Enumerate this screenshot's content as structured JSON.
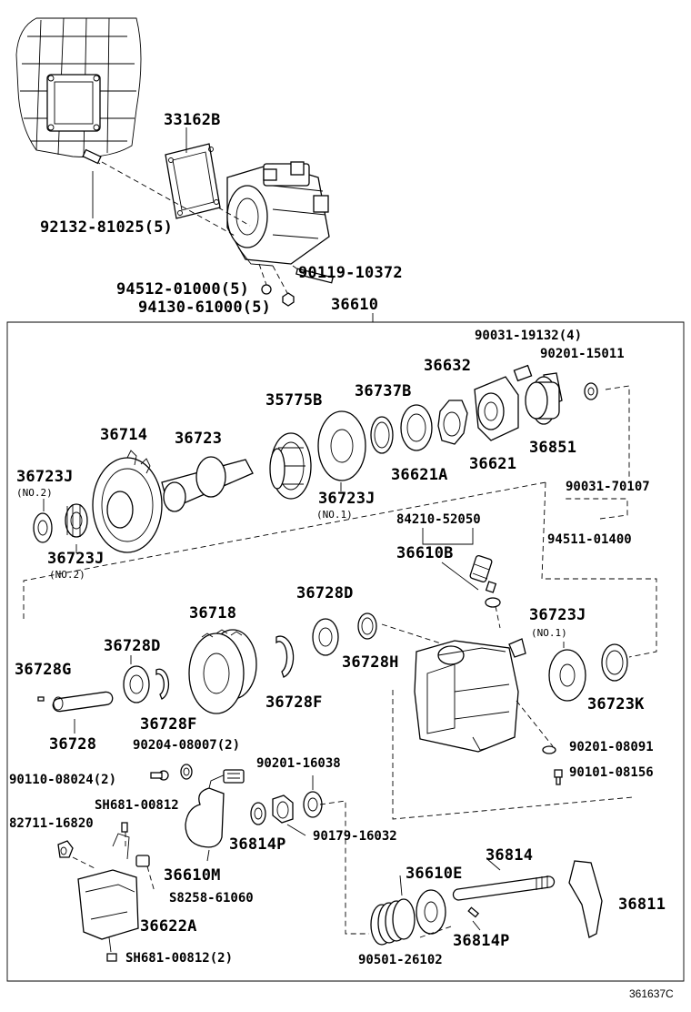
{
  "diagram_id": "361637C",
  "labels": {
    "l33162b": "33162B",
    "l92132": "92132-81025(5)",
    "l94512": "94512-01000(5)",
    "l90119": "90119-10372",
    "l94130": "94130-61000(5)",
    "l36610": "36610",
    "l90031a": "90031-19132(4)",
    "l90201a": "90201-15011",
    "l36632": "36632",
    "l35775b": "35775B",
    "l36737b": "36737B",
    "l36714": "36714",
    "l36723": "36723",
    "l36723j_a": "36723J",
    "l36723j_a_note": "(NO.2)",
    "l36621a": "36621A",
    "l36621": "36621",
    "l36851": "36851",
    "l36723j_b": "36723J",
    "l36723j_b_note": "(NO.1)",
    "l90031b": "90031-70107",
    "l36723j_c": "36723J",
    "l36723j_c_note": "(NO.2)",
    "l84210": "84210-52050",
    "l94511": "94511-01400",
    "l36610b": "36610B",
    "l36718": "36718",
    "l36728d_a": "36728D",
    "l36728d_b": "36728D",
    "l36723j_d": "36723J",
    "l36723j_d_note": "(NO.1)",
    "l36728g": "36728G",
    "l36728h": "36728H",
    "l36728f_a": "36728F",
    "l36723k": "36723K",
    "l36728": "36728",
    "l36728f_b": "36728F",
    "l90204": "90204-08007(2)",
    "l90201b": "90201-08091",
    "l90201c": "90201-16038",
    "l90110": "90110-08024(2)",
    "l90101": "90101-08156",
    "l_sh681a": "SH681-00812",
    "l82711": "82711-16820",
    "l36814p_a": "36814P",
    "l90179": "90179-16032",
    "l36814": "36814",
    "l36610m": "36610M",
    "l36610e": "36610E",
    "l36811": "36811",
    "l_s8258": "S8258-61060",
    "l36622a": "36622A",
    "l36814p_b": "36814P",
    "l90501": "90501-26102",
    "l_sh681b": "SH681-00812(2)"
  }
}
